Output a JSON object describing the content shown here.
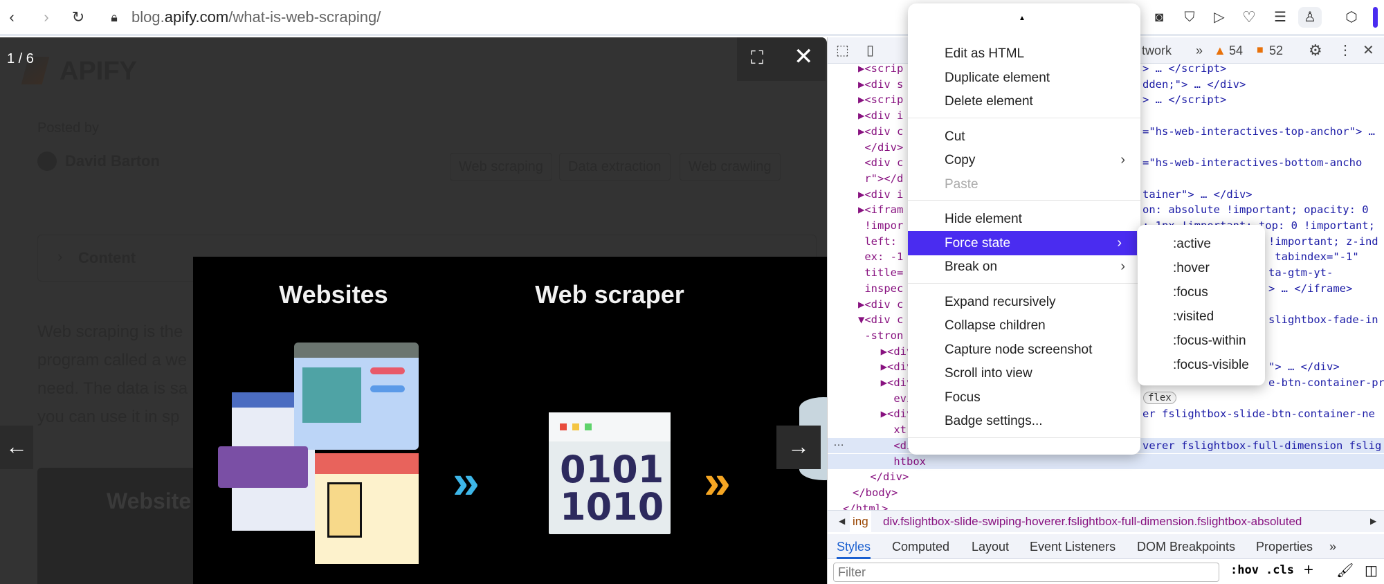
{
  "browser": {
    "url_domain_prefix": "blog.",
    "url_domain": "apify.com",
    "url_path": "/what-is-web-scraping/",
    "icons": [
      "back-icon",
      "forward-icon",
      "reload-icon",
      "lock-icon",
      "camera-icon",
      "shield-x-icon",
      "send-icon",
      "heart-icon",
      "sliders-icon",
      "profile-icon",
      "extension-cube-icon"
    ],
    "accent": "#4a2cf0"
  },
  "page": {
    "logo": "APIFY",
    "posted_by": "Posted by",
    "author": "David Barton",
    "tags": [
      "Web scraping",
      "Data extraction",
      "Web crawling"
    ],
    "toc_label": "Content",
    "paragraph": [
      "Web scraping is the",
      "program called a we",
      "need. The data is sa",
      "you can use it in sp"
    ],
    "card_title": "Website"
  },
  "lightbox": {
    "counter": "1 / 6",
    "slide_titles": [
      "Websites",
      "Web scraper"
    ],
    "binary_top": "0101",
    "binary_bottom": "1010"
  },
  "devtools": {
    "tab_partial": "twork",
    "warnings": "54",
    "errors": "52",
    "lines": [
      {
        "l": "▶<scrip",
        "r": "> … </script>"
      },
      {
        "l": "▶<div s",
        "r": "dden;\"> … </div>"
      },
      {
        "l": "▶<scrip",
        "r": "> … </script>"
      },
      {
        "l": "▶<div i",
        "r": ""
      },
      {
        "l": "▶<div c",
        "r": "=\"hs-web-interactives-top-anchor\"> …"
      },
      {
        "l": " </div>",
        "r": ""
      },
      {
        "l": " <div c",
        "r": "=\"hs-web-interactives-bottom-ancho"
      },
      {
        "l": " r\"></d",
        "r": ""
      },
      {
        "l": "▶<div i",
        "r": "tainer\"> … </div>"
      },
      {
        "l": "▶<ifram",
        "r": "on: absolute !important; opacity: 0"
      },
      {
        "l": " !impor",
        "r": ": 1px !important; top: 0 !important;"
      },
      {
        "l": " left: ",
        "r": "!important; z-ind"
      },
      {
        "l": " ex: -1",
        "r": " tabindex=\"-1\""
      },
      {
        "l": " title=",
        "r": "ta-gtm-yt-"
      },
      {
        "l": " inspec",
        "r": "> … </iframe>"
      },
      {
        "l": "▶<div c",
        "r": ""
      },
      {
        "l": "▼<div c",
        "r": "slightbox-fade-in"
      },
      {
        "l": " -stron",
        "r": ""
      },
      {
        "l": "  ▶<div",
        "r": ""
      },
      {
        "l": "  ▶<div",
        "r": "\"> … </div>"
      },
      {
        "l": "  ▶<div",
        "r": "e-btn-container-pr"
      },
      {
        "l": "    evio",
        "r": ""
      },
      {
        "l": "  ▶<div",
        "r": "er fslightbox-slide-btn-container-ne"
      },
      {
        "l": "    xt\" ",
        "r": ""
      },
      {
        "l": "    <div",
        "r": "verer fslightbox-full-dimension fslig"
      },
      {
        "l": "    htbox",
        "r": ""
      },
      {
        "l": " </div>",
        "r": ""
      },
      {
        "l": "</body>",
        "r": ""
      },
      {
        "l": "</html>",
        "r": ""
      }
    ],
    "flex_badge": "flex",
    "selected_marker": "…",
    "breadcrumb_prev": "ing",
    "breadcrumb_current": "div.fslightbox-slide-swiping-hoverer.fslightbox-full-dimension.fslightbox-absoluted",
    "tabs": [
      "Styles",
      "Computed",
      "Layout",
      "Event Listeners",
      "DOM Breakpoints",
      "Properties"
    ],
    "active_tab": "Styles",
    "filter_placeholder": "Filter",
    "hov": ":hov",
    "cls": ".cls"
  },
  "context_menu": {
    "groups": [
      [
        "Edit as HTML",
        "Duplicate element",
        "Delete element"
      ],
      [
        "Cut",
        "Copy",
        "Paste"
      ],
      [
        "Hide element",
        "Force state",
        "Break on"
      ],
      [
        "Expand recursively",
        "Collapse children",
        "Capture node screenshot",
        "Scroll into view",
        "Focus",
        "Badge settings..."
      ]
    ],
    "disabled": [
      "Paste"
    ],
    "with_submenu": [
      "Copy",
      "Force state",
      "Break on"
    ],
    "highlighted": "Force state",
    "highlight_color": "#4a2cf0"
  },
  "submenu": {
    "items": [
      ":active",
      ":hover",
      ":focus",
      ":visited",
      ":focus-within",
      ":focus-visible"
    ]
  }
}
